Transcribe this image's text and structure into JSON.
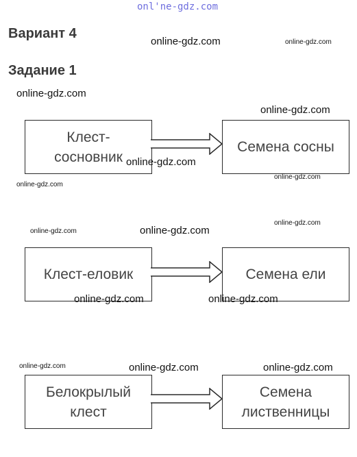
{
  "variant_title": "Вариант 4",
  "task_title": "Задание 1",
  "watermark": "online-gdz.com",
  "watermark_top": "onl'ne-gdz.com",
  "rows": [
    {
      "left": [
        "Клест-",
        "сосновник"
      ],
      "right": [
        "Семена сосны"
      ]
    },
    {
      "left": [
        "Клест-еловик"
      ],
      "right": [
        "Семена ели"
      ]
    },
    {
      "left": [
        "Белокрылый",
        "клест"
      ],
      "right": [
        "Семена",
        "лиственницы"
      ]
    }
  ]
}
